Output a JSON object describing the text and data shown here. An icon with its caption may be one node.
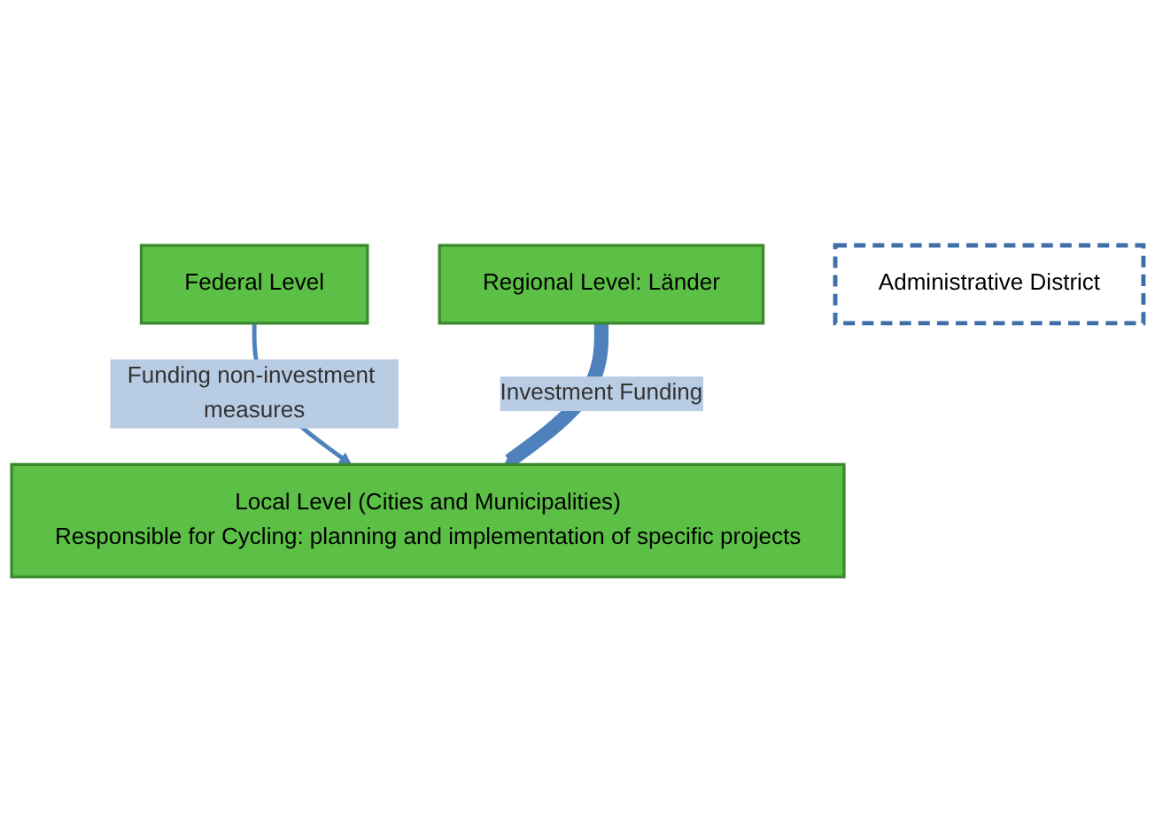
{
  "diagram": {
    "nodes": [
      {
        "text": [
          "Federal Level"
        ]
      },
      {
        "text": [
          "Regional Level: Länder"
        ]
      },
      {
        "text": [
          "Administrative District"
        ]
      },
      {
        "text": [
          "Local Level (Cities and Municipalities)",
          "Responsible for Cycling: planning and implementation of specific projects"
        ]
      }
    ],
    "edges": [
      {
        "from": 0,
        "to": 3,
        "arrow": "to",
        "label": "Funding non-investment measures"
      },
      {
        "from": 1,
        "to": 3,
        "arrow": "to",
        "label": "Investment Funding",
        "style": "thick"
      }
    ]
  }
}
